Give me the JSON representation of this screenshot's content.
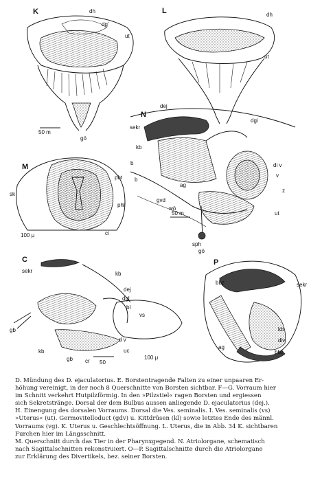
{
  "figures": {
    "K": {
      "letter": "K",
      "labels": [
        "dh",
        "dg'",
        "ut",
        "gö"
      ],
      "scale": "50 m"
    },
    "L": {
      "letter": "L",
      "labels": [
        "dh",
        "ut"
      ]
    },
    "N": {
      "letter": "N",
      "labels": [
        "dej",
        "dgi",
        "sekr",
        "kb",
        "b",
        "b",
        "ag",
        "di v",
        "v",
        "z",
        "gvd",
        "wö",
        "ut",
        "sph",
        "gö"
      ],
      "scale": "50 m"
    },
    "M": {
      "letter": "M",
      "labels": [
        "sk",
        "pht",
        "phl",
        "ci"
      ],
      "scale": "100 μ"
    },
    "O": {
      "letter": "C",
      "labels": [
        "sekr",
        "kb",
        "dej",
        "dgl",
        "bl",
        "vs",
        "gb",
        "kb",
        "gb",
        "d v",
        "cr",
        "uc",
        "50"
      ],
      "scale": "100 μ"
    },
    "P": {
      "letter": "P",
      "labels": [
        "bbz",
        "sekr",
        "kb",
        "div",
        "bbz",
        "ag"
      ]
    }
  },
  "caption": [
    "D. Mündung des D. ejaculatorius. E. Borstentragende Falten zu einer unpaaren Er-",
    "höhung vereinigt, in der noch 8 Querschnitte von Borsten sichtbar. F—G. Vorraum hier",
    "im Schnitt verkehrt Hutpilzförmig. In den »Pilzstiel« ragen Borsten und ergiessen",
    "sich Sekretstränge. Dorsal der dem Bulbus aussen anliegende D. ejaculatorius (dej.).",
    "H. Einengung des dorsalen Vorraums. Dorsal die Ves. seminalis. I. Ves. seminalis (vs)",
    "»Uterus« (ut). Germovitelloduct (gdv) u. Kittdrüsen (kl) sowie letztes Ende des männl.",
    "Vorraums (vg). K. Uterus u. Geschlechtsöffnung. L. Uterus, die in Abb. 34 K. sichtbaren",
    "Furchen hier im Längsschnitt.",
    "M. Querschnitt durch das Tier in der Pharynxgegend. N. Atriolorgane, schematisch",
    "nach Sagittalschnitten rekonstruiert. O—P. Sagittalschnitte durch die Atriolorgane",
    "zur Erklärung des Divertikels, bez. seiner Borsten."
  ]
}
